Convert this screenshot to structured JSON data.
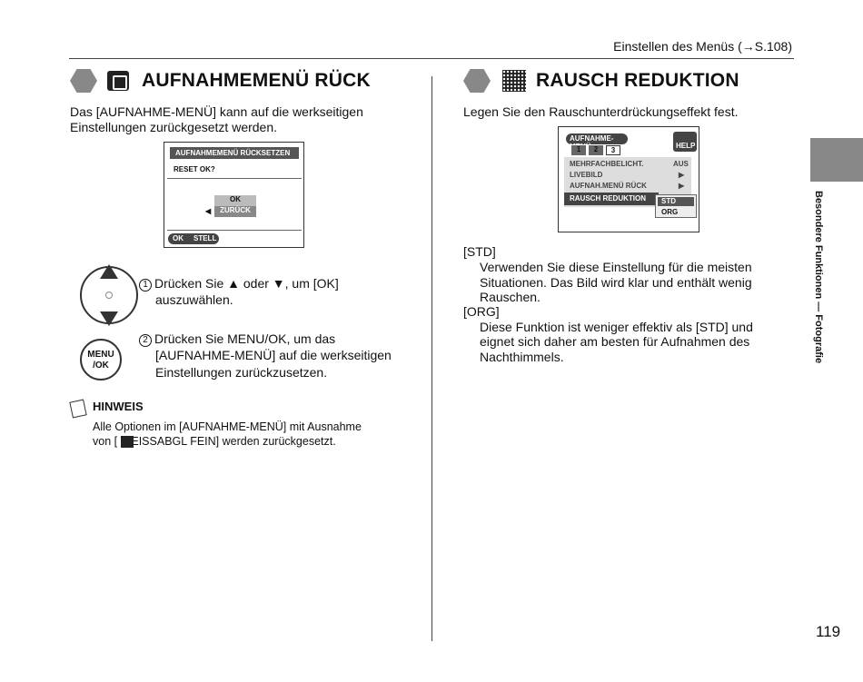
{
  "header": {
    "text": "Einstellen des Menüs (→S.108)"
  },
  "left": {
    "title": "AUFNAHMEMENÜ RÜCK",
    "intro_line1": "Das [AUFNAHME-MENÜ] kann auf die werkseitigen",
    "intro_line2": "Einstellungen zurückgesetzt werden.",
    "screen": {
      "title": "AUFNAHMEMENÜ RÜCKSETZEN",
      "prompt": "RESET OK?",
      "ok": "OK",
      "back": "ZURÜCK",
      "ok_key": "OK",
      "footer": "STELL"
    },
    "step1_num": "1",
    "step1_line1": "Drücken Sie ▲ oder ▼, um [OK]",
    "step1_line2": "auszuwählen.",
    "step2_num": "2",
    "step2_line1": "Drücken Sie MENU/OK, um das",
    "step2_line2": "[AUFNAHME-MENÜ] auf die werkseitigen",
    "step2_line3": "Einstellungen zurückzusetzen.",
    "menu_btn": "MENU\n/OK",
    "note_title": "HINWEIS",
    "note_line1": "Alle Optionen im [AUFNAHME-MENÜ] mit Ausnahme",
    "note_line2": "von [    WEISSABGL FEIN] werden zurückgesetzt."
  },
  "right": {
    "title": "RAUSCH REDUKTION",
    "intro": "Legen Sie den Rauschunterdrückungseffekt fest.",
    "screen": {
      "menu": "AUFNAHME-MENÜ",
      "help": "HELP",
      "tabs": [
        "1",
        "2",
        "3"
      ],
      "items": [
        {
          "label": "MEHRFACHBELICHT.",
          "value": "AUS"
        },
        {
          "label": "LIVEBILD",
          "value": "▶"
        },
        {
          "label": "AUFNAH.MENÜ RÜCK",
          "value": "▶"
        },
        {
          "label": "RAUSCH REDUKTION",
          "value": ""
        }
      ],
      "opt_std": "STD",
      "opt_org": "ORG"
    },
    "std_label": "[STD]",
    "std_line1": "Verwenden Sie diese Einstellung für die meisten",
    "std_line2": "Situationen. Das Bild wird klar und enthält wenig",
    "std_line3": "Rauschen.",
    "org_label": "[ORG]",
    "org_line1": "Diese Funktion ist weniger effektiv als [STD] und",
    "org_line2": "eignet sich daher am besten für Aufnahmen des",
    "org_line3": "Nachthimmels."
  },
  "side_label": "Besondere Funktionen — Fotografie",
  "page_number": "119"
}
